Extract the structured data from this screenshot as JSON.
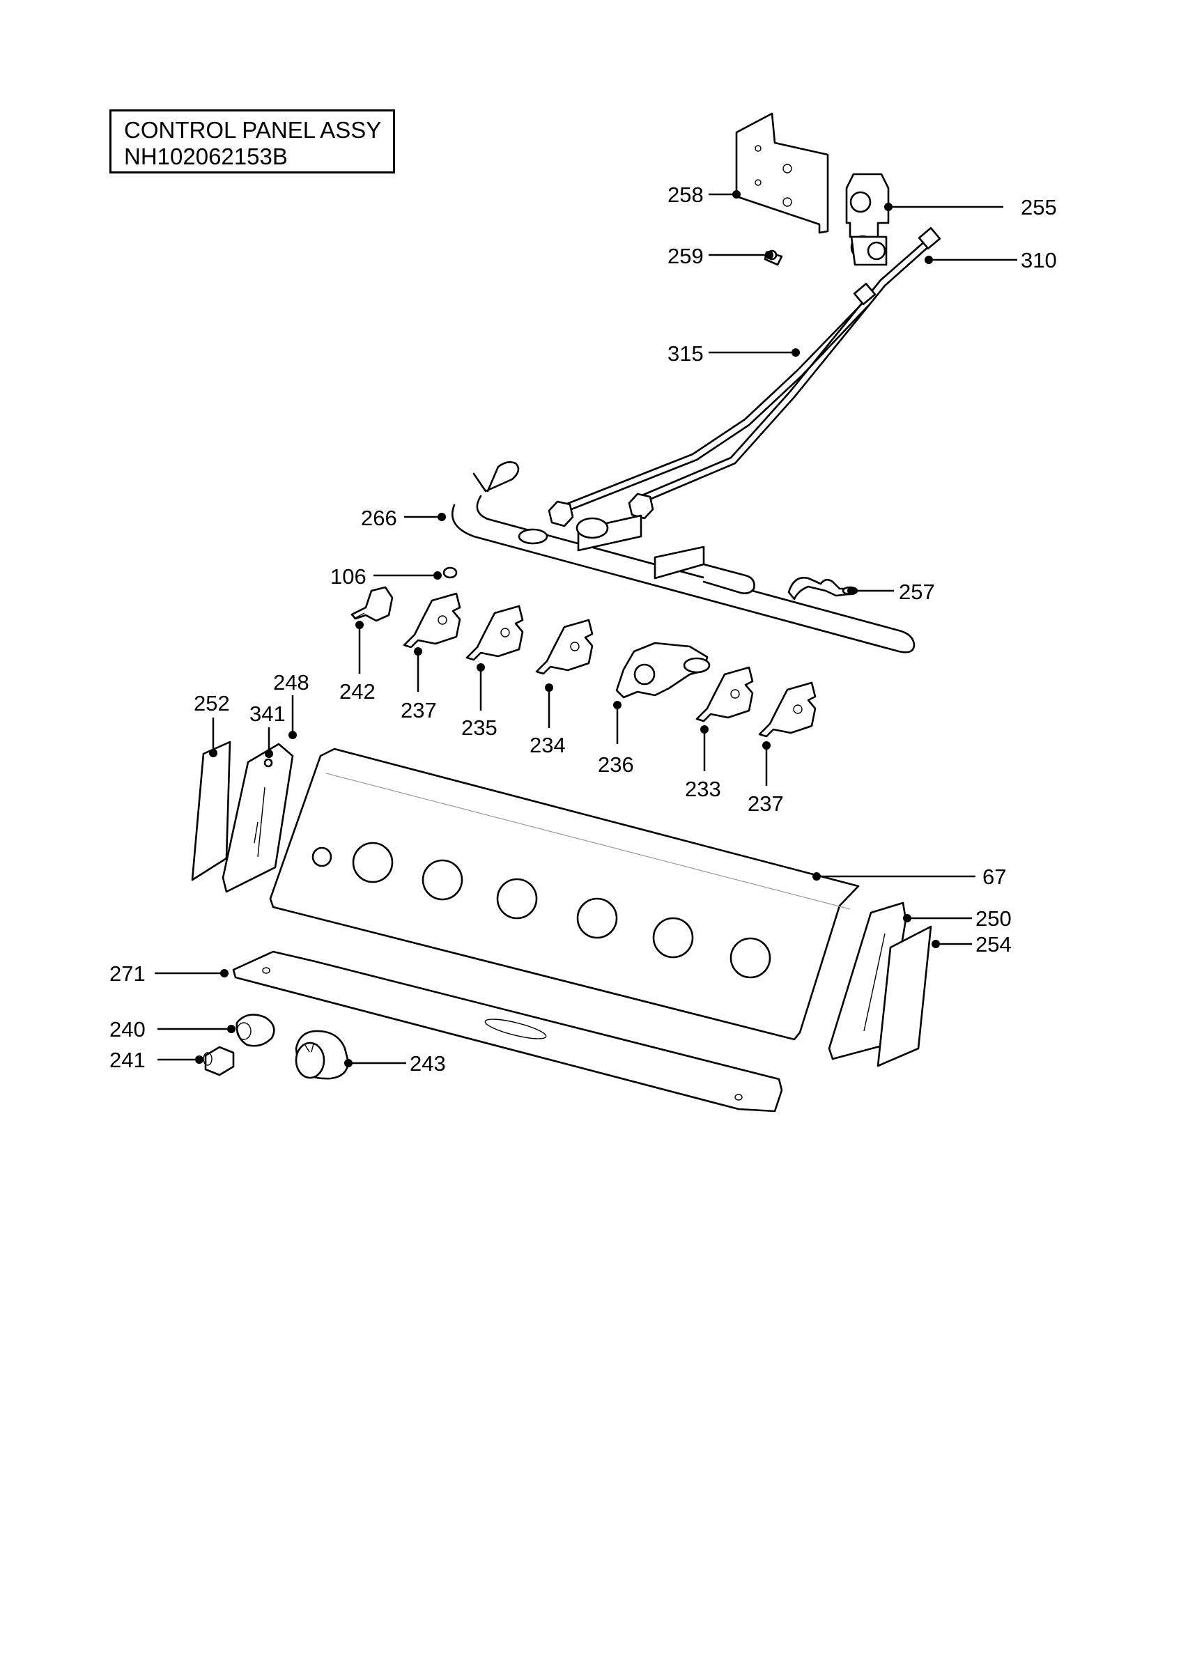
{
  "title": {
    "line1": "CONTROL PANEL ASSY",
    "line2": "NH102062153B"
  },
  "callouts": [
    {
      "id": "258",
      "label": "258"
    },
    {
      "id": "255",
      "label": "255"
    },
    {
      "id": "259",
      "label": "259"
    },
    {
      "id": "310",
      "label": "310"
    },
    {
      "id": "315",
      "label": "315"
    },
    {
      "id": "266",
      "label": "266"
    },
    {
      "id": "106",
      "label": "106"
    },
    {
      "id": "257",
      "label": "257"
    },
    {
      "id": "242",
      "label": "242"
    },
    {
      "id": "237a",
      "label": "237"
    },
    {
      "id": "235",
      "label": "235"
    },
    {
      "id": "234",
      "label": "234"
    },
    {
      "id": "236",
      "label": "236"
    },
    {
      "id": "233",
      "label": "233"
    },
    {
      "id": "237b",
      "label": "237"
    },
    {
      "id": "252",
      "label": "252"
    },
    {
      "id": "341",
      "label": "341"
    },
    {
      "id": "248",
      "label": "248"
    },
    {
      "id": "67",
      "label": "67"
    },
    {
      "id": "250",
      "label": "250"
    },
    {
      "id": "254",
      "label": "254"
    },
    {
      "id": "271",
      "label": "271"
    },
    {
      "id": "240",
      "label": "240"
    },
    {
      "id": "241",
      "label": "241"
    },
    {
      "id": "243",
      "label": "243"
    }
  ]
}
